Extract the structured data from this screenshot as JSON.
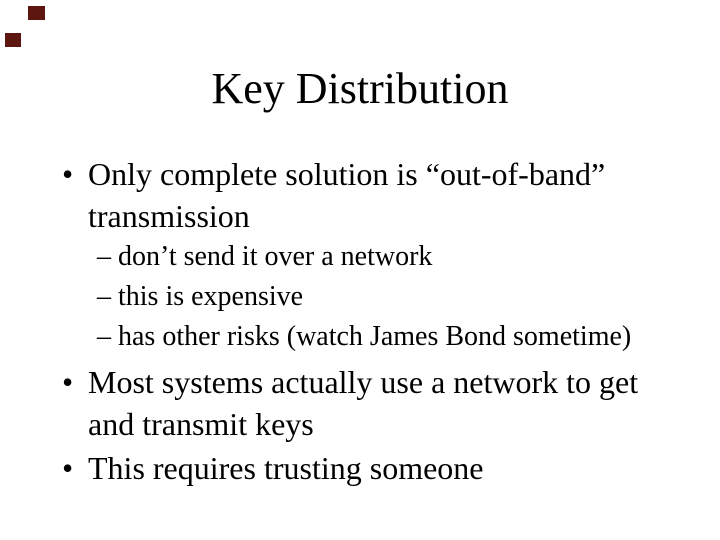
{
  "colors": {
    "background": "#ffffff",
    "text": "#000000",
    "corner_marker": "#5c150f"
  },
  "slide": {
    "title": "Key Distribution",
    "bullet_glyph": "•",
    "sub_bullet_glyph": "–",
    "bullets": [
      {
        "level": 1,
        "lines": [
          "Only complete solution is “out-of-band”",
          "transmission"
        ]
      },
      {
        "level": 2,
        "lines": [
          "don’t send it over a network"
        ]
      },
      {
        "level": 2,
        "lines": [
          "this is expensive"
        ]
      },
      {
        "level": 2,
        "lines": [
          "has other risks (watch James Bond sometime)"
        ]
      },
      {
        "level": 1,
        "lines": [
          "Most systems actually use a network to get",
          "and transmit keys"
        ]
      },
      {
        "level": 1,
        "lines": [
          "This requires trusting someone"
        ]
      }
    ]
  }
}
